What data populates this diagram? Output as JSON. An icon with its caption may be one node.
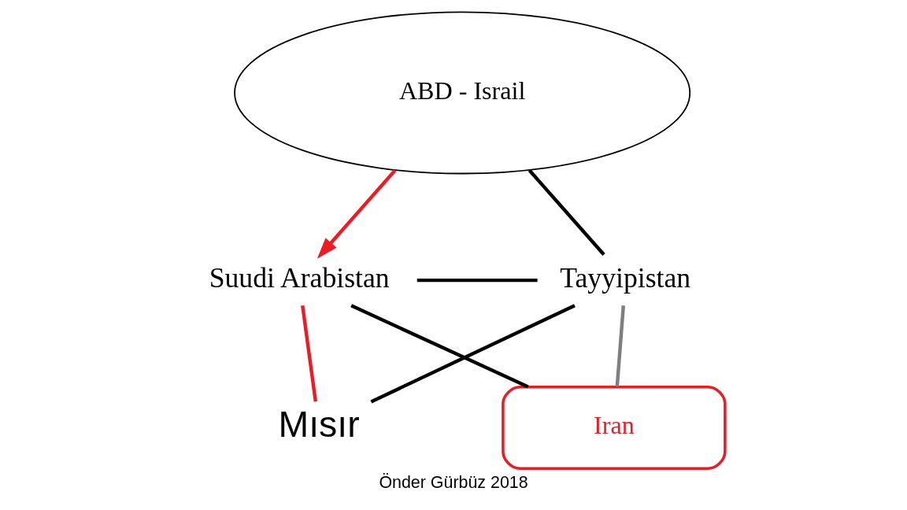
{
  "diagram": {
    "caption": "Önder Gürbüz 2018",
    "nodes": [
      {
        "text": [
          "ABD - Israil"
        ]
      },
      {
        "text": [
          "Suudi Arabistan"
        ]
      },
      {
        "text": [
          "Tayyipistan"
        ]
      },
      {
        "text": [
          "Mısır"
        ]
      },
      {
        "text": [
          "Iran"
        ]
      }
    ],
    "edges": [
      {
        "from": 0,
        "to": 1,
        "arrow": "to",
        "color": "#ed1c24"
      },
      {
        "from": 0,
        "to": 2,
        "arrow": "none"
      },
      {
        "from": 1,
        "to": 2,
        "arrow": "none"
      },
      {
        "from": 1,
        "to": 3,
        "arrow": "none",
        "color": "#ed1c24"
      },
      {
        "from": 3,
        "to": 2,
        "arrow": "none"
      },
      {
        "from": 1,
        "to": 4,
        "arrow": "none"
      },
      {
        "from": 4,
        "to": 2,
        "arrow": "none",
        "color": "#7f7f7f"
      }
    ]
  }
}
